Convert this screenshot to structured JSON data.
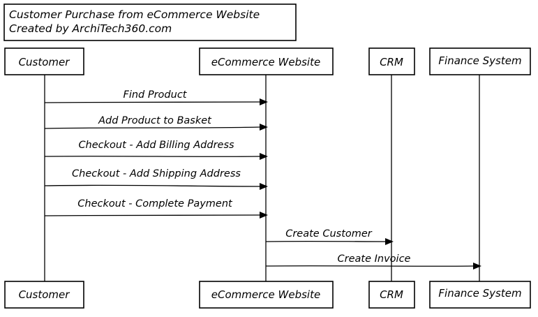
{
  "diagram": {
    "type": "sequence",
    "title": {
      "line1": "Customer Purchase from eCommerce Website",
      "line2": "Created by ArchiTech360.com"
    },
    "participants": [
      {
        "id": "customer",
        "label": "Customer"
      },
      {
        "id": "ecommerce",
        "label": "eCommerce Website"
      },
      {
        "id": "crm",
        "label": "CRM"
      },
      {
        "id": "finance",
        "label": "Finance System"
      }
    ],
    "messages": [
      {
        "from": "customer",
        "to": "ecommerce",
        "label": "Find Product"
      },
      {
        "from": "customer",
        "to": "ecommerce",
        "label": "Add Product to Basket"
      },
      {
        "from": "customer",
        "to": "ecommerce",
        "label": "Checkout - Add Billing Address"
      },
      {
        "from": "customer",
        "to": "ecommerce",
        "label": "Checkout - Add Shipping Address"
      },
      {
        "from": "customer",
        "to": "ecommerce",
        "label": "Checkout - Complete Payment"
      },
      {
        "from": "ecommerce",
        "to": "crm",
        "label": "Create Customer"
      },
      {
        "from": "ecommerce",
        "to": "finance",
        "label": "Create Invoice"
      }
    ]
  }
}
